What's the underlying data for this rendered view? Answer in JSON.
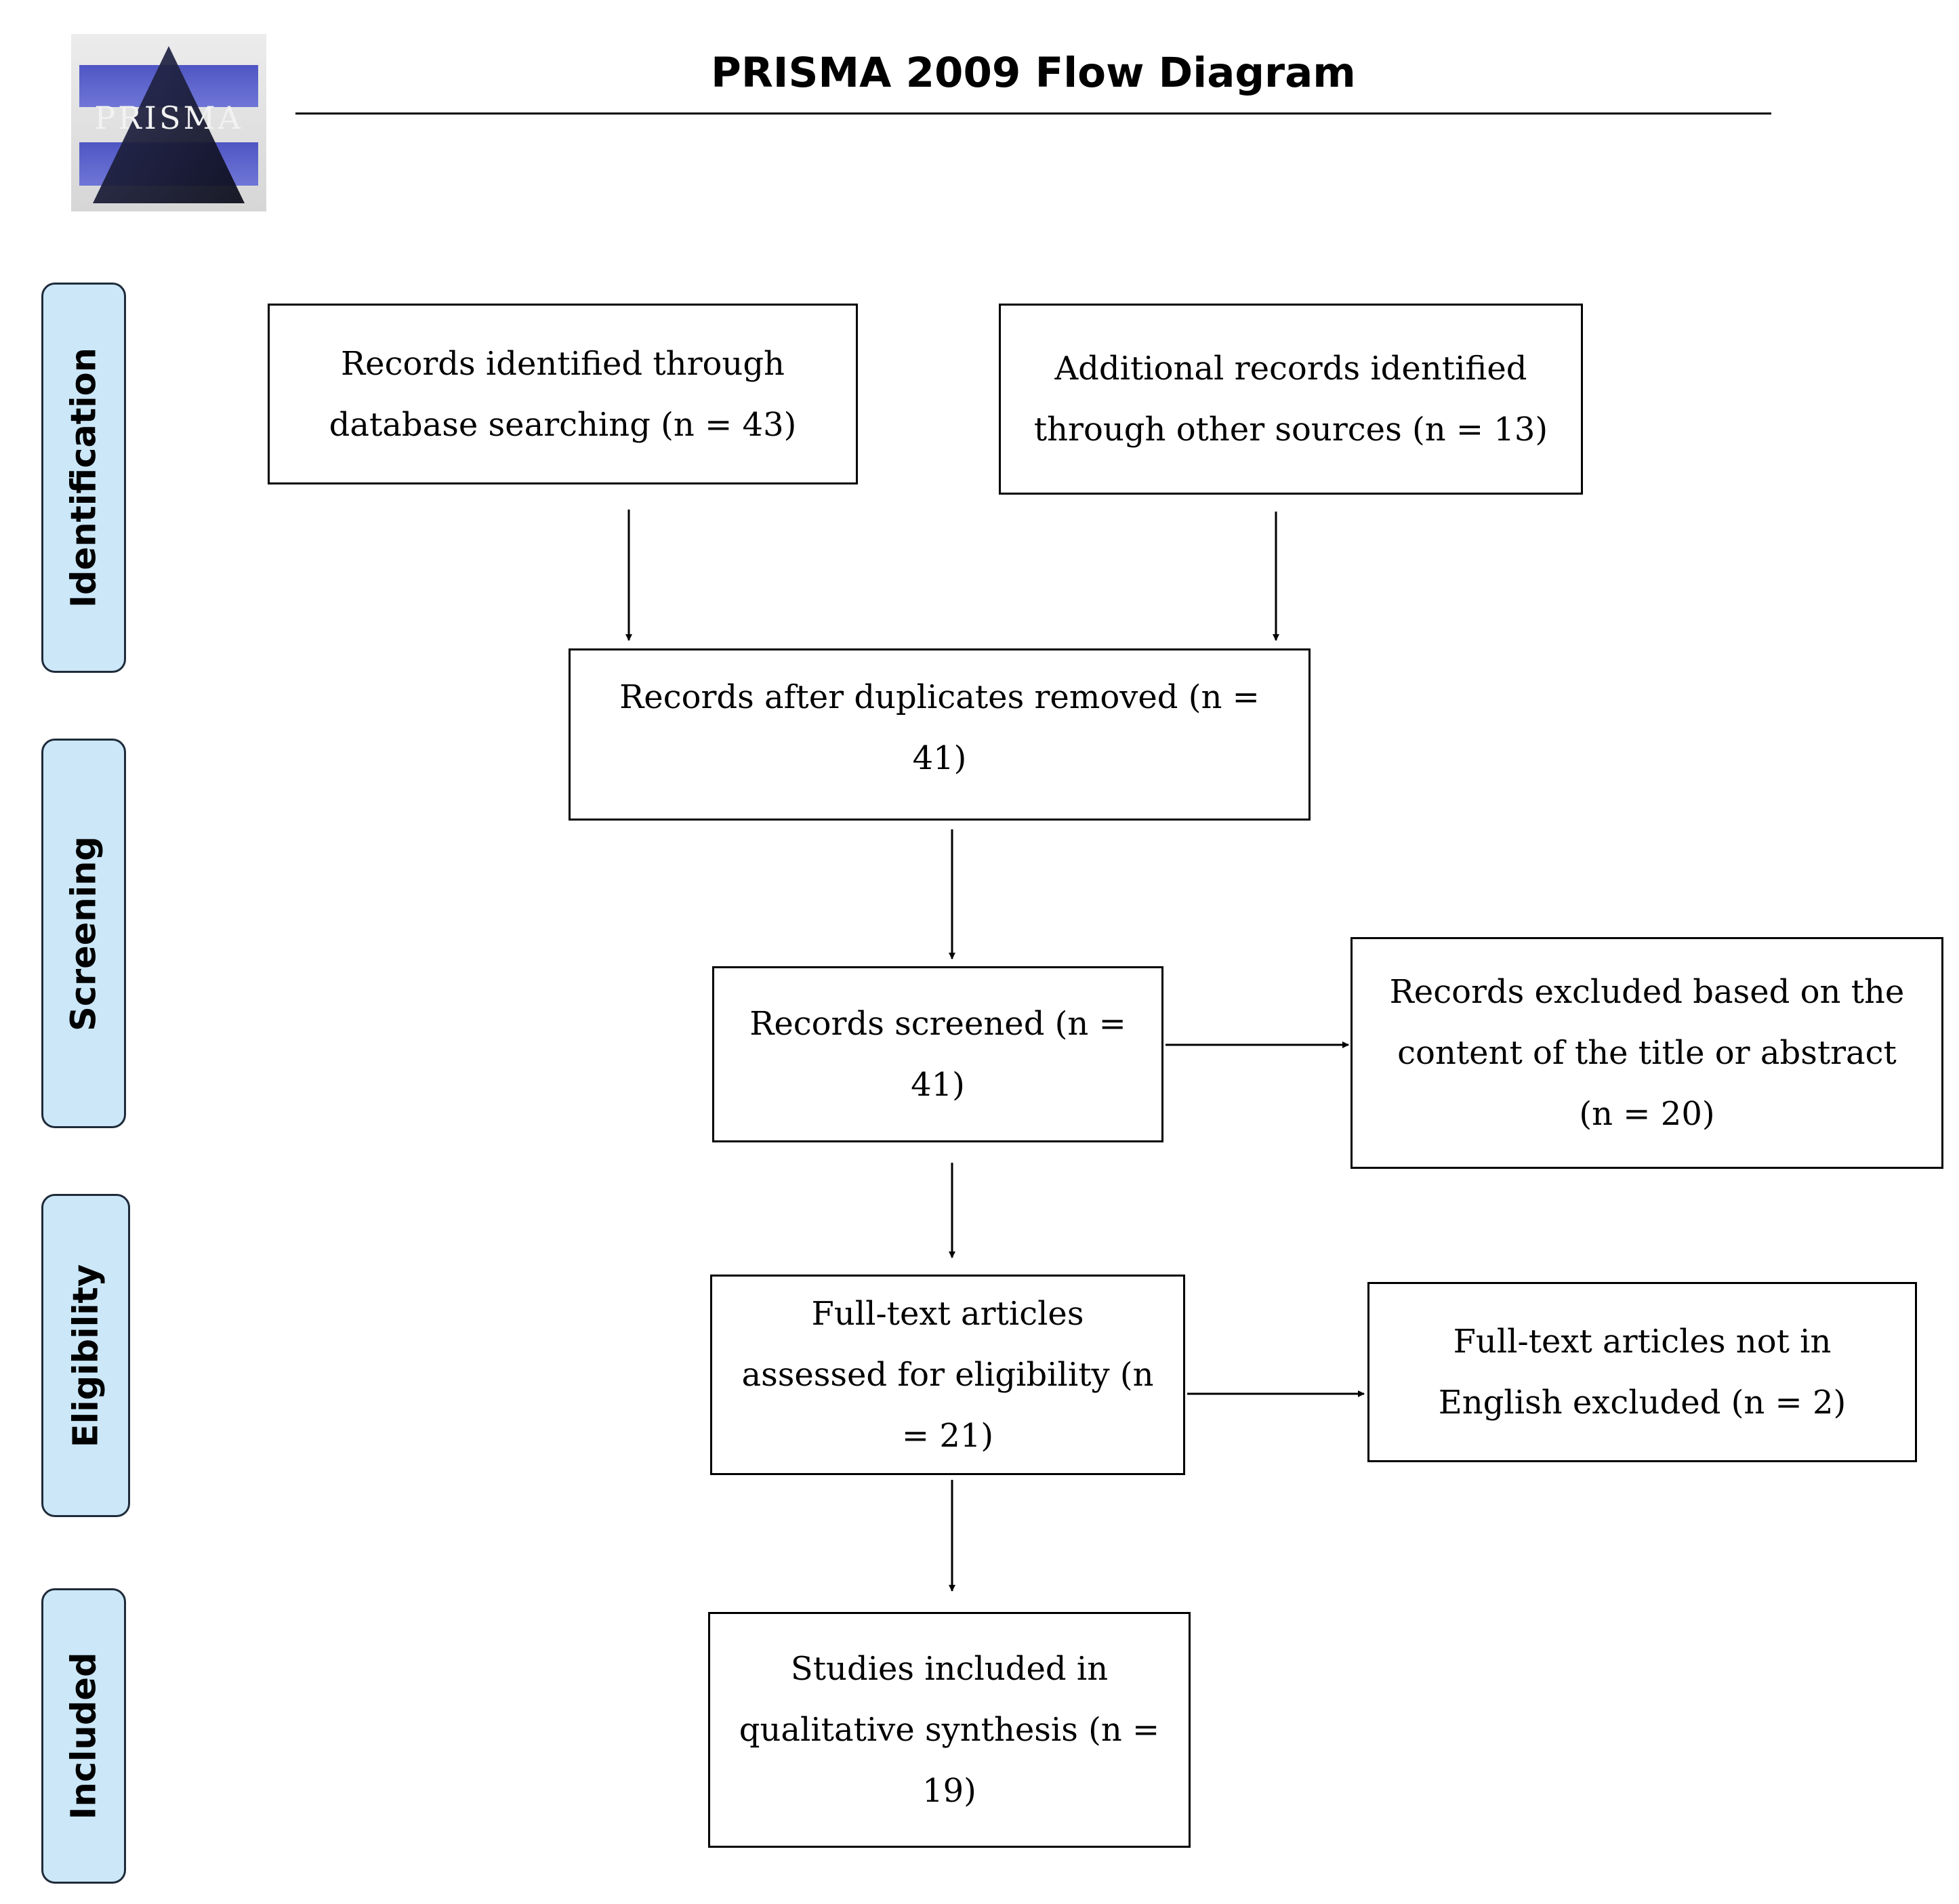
{
  "header": {
    "logo_text": "PRISMA",
    "title": "PRISMA 2009 Flow Diagram"
  },
  "stages": {
    "identification": "Identification",
    "screening": "Screening",
    "eligibility": "Eligibility",
    "included": "Included"
  },
  "boxes": {
    "database_records": "Records identified through database searching (n = 43)",
    "other_records": "Additional records identified through other sources (n = 13)",
    "duplicates_removed": "Records after duplicates removed (n = 41)",
    "screened": "Records screened (n = 41)",
    "excluded_title_abstract": "Records excluded based on the content of the title or abstract (n = 20)",
    "fulltext_assessed": "Full-text articles assessed for eligibility (n = 21)",
    "fulltext_not_english": "Full-text articles not in English excluded (n = 2)",
    "included_studies": "Studies included in qualitative synthesis (n = 19)"
  },
  "colors": {
    "stage_fill": "#cbe7f8",
    "stage_border": "#1f2b3a",
    "logo_band": "#5b62c8",
    "logo_triangle": "#181a33"
  }
}
